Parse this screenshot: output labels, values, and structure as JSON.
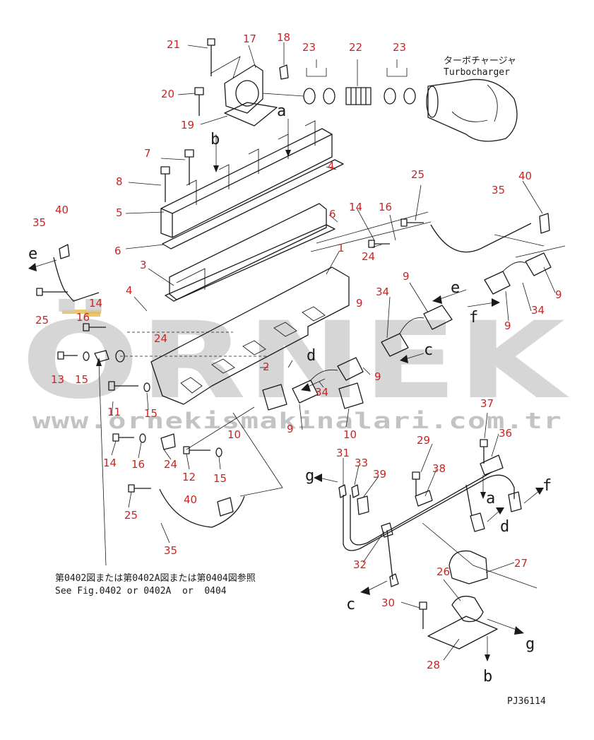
{
  "turbo_label_ja": "ターボチャージャ",
  "turbo_label_en": "Turbocharger",
  "reference_note_ja": "第0402図または第0402A図または第0404図参照",
  "reference_note_en": "See Fig.0402 or 0402A  or  0404",
  "drawing_code": "PJ36114",
  "watermark_brand": "ÖRNEK",
  "watermark_url": "www.ornekismakinalari.com.tr",
  "watermark_colors": {
    "gray": "#cfcfcf",
    "gold": "#e8b84a"
  },
  "callout_color": "#d42020",
  "callouts": [
    "21",
    "17",
    "18",
    "23",
    "22",
    "23",
    "20",
    "19",
    "7",
    "8",
    "5",
    "6",
    "3",
    "4",
    "4",
    "6",
    "1",
    "2",
    "40",
    "35",
    "25",
    "14",
    "16",
    "24",
    "14",
    "16",
    "24",
    "13",
    "15",
    "11",
    "15",
    "14",
    "16",
    "24",
    "12",
    "15",
    "25",
    "40",
    "35",
    "9",
    "34",
    "9",
    "9",
    "34",
    "9",
    "9",
    "34",
    "10",
    "9",
    "10",
    "25",
    "40",
    "35",
    "37",
    "36",
    "29",
    "38",
    "31",
    "33",
    "39",
    "32",
    "26",
    "27",
    "30",
    "28"
  ],
  "letters": [
    "a",
    "b",
    "e",
    "c",
    "d",
    "e",
    "f",
    "f",
    "d",
    "g",
    "a",
    "d",
    "c",
    "g",
    "b"
  ]
}
